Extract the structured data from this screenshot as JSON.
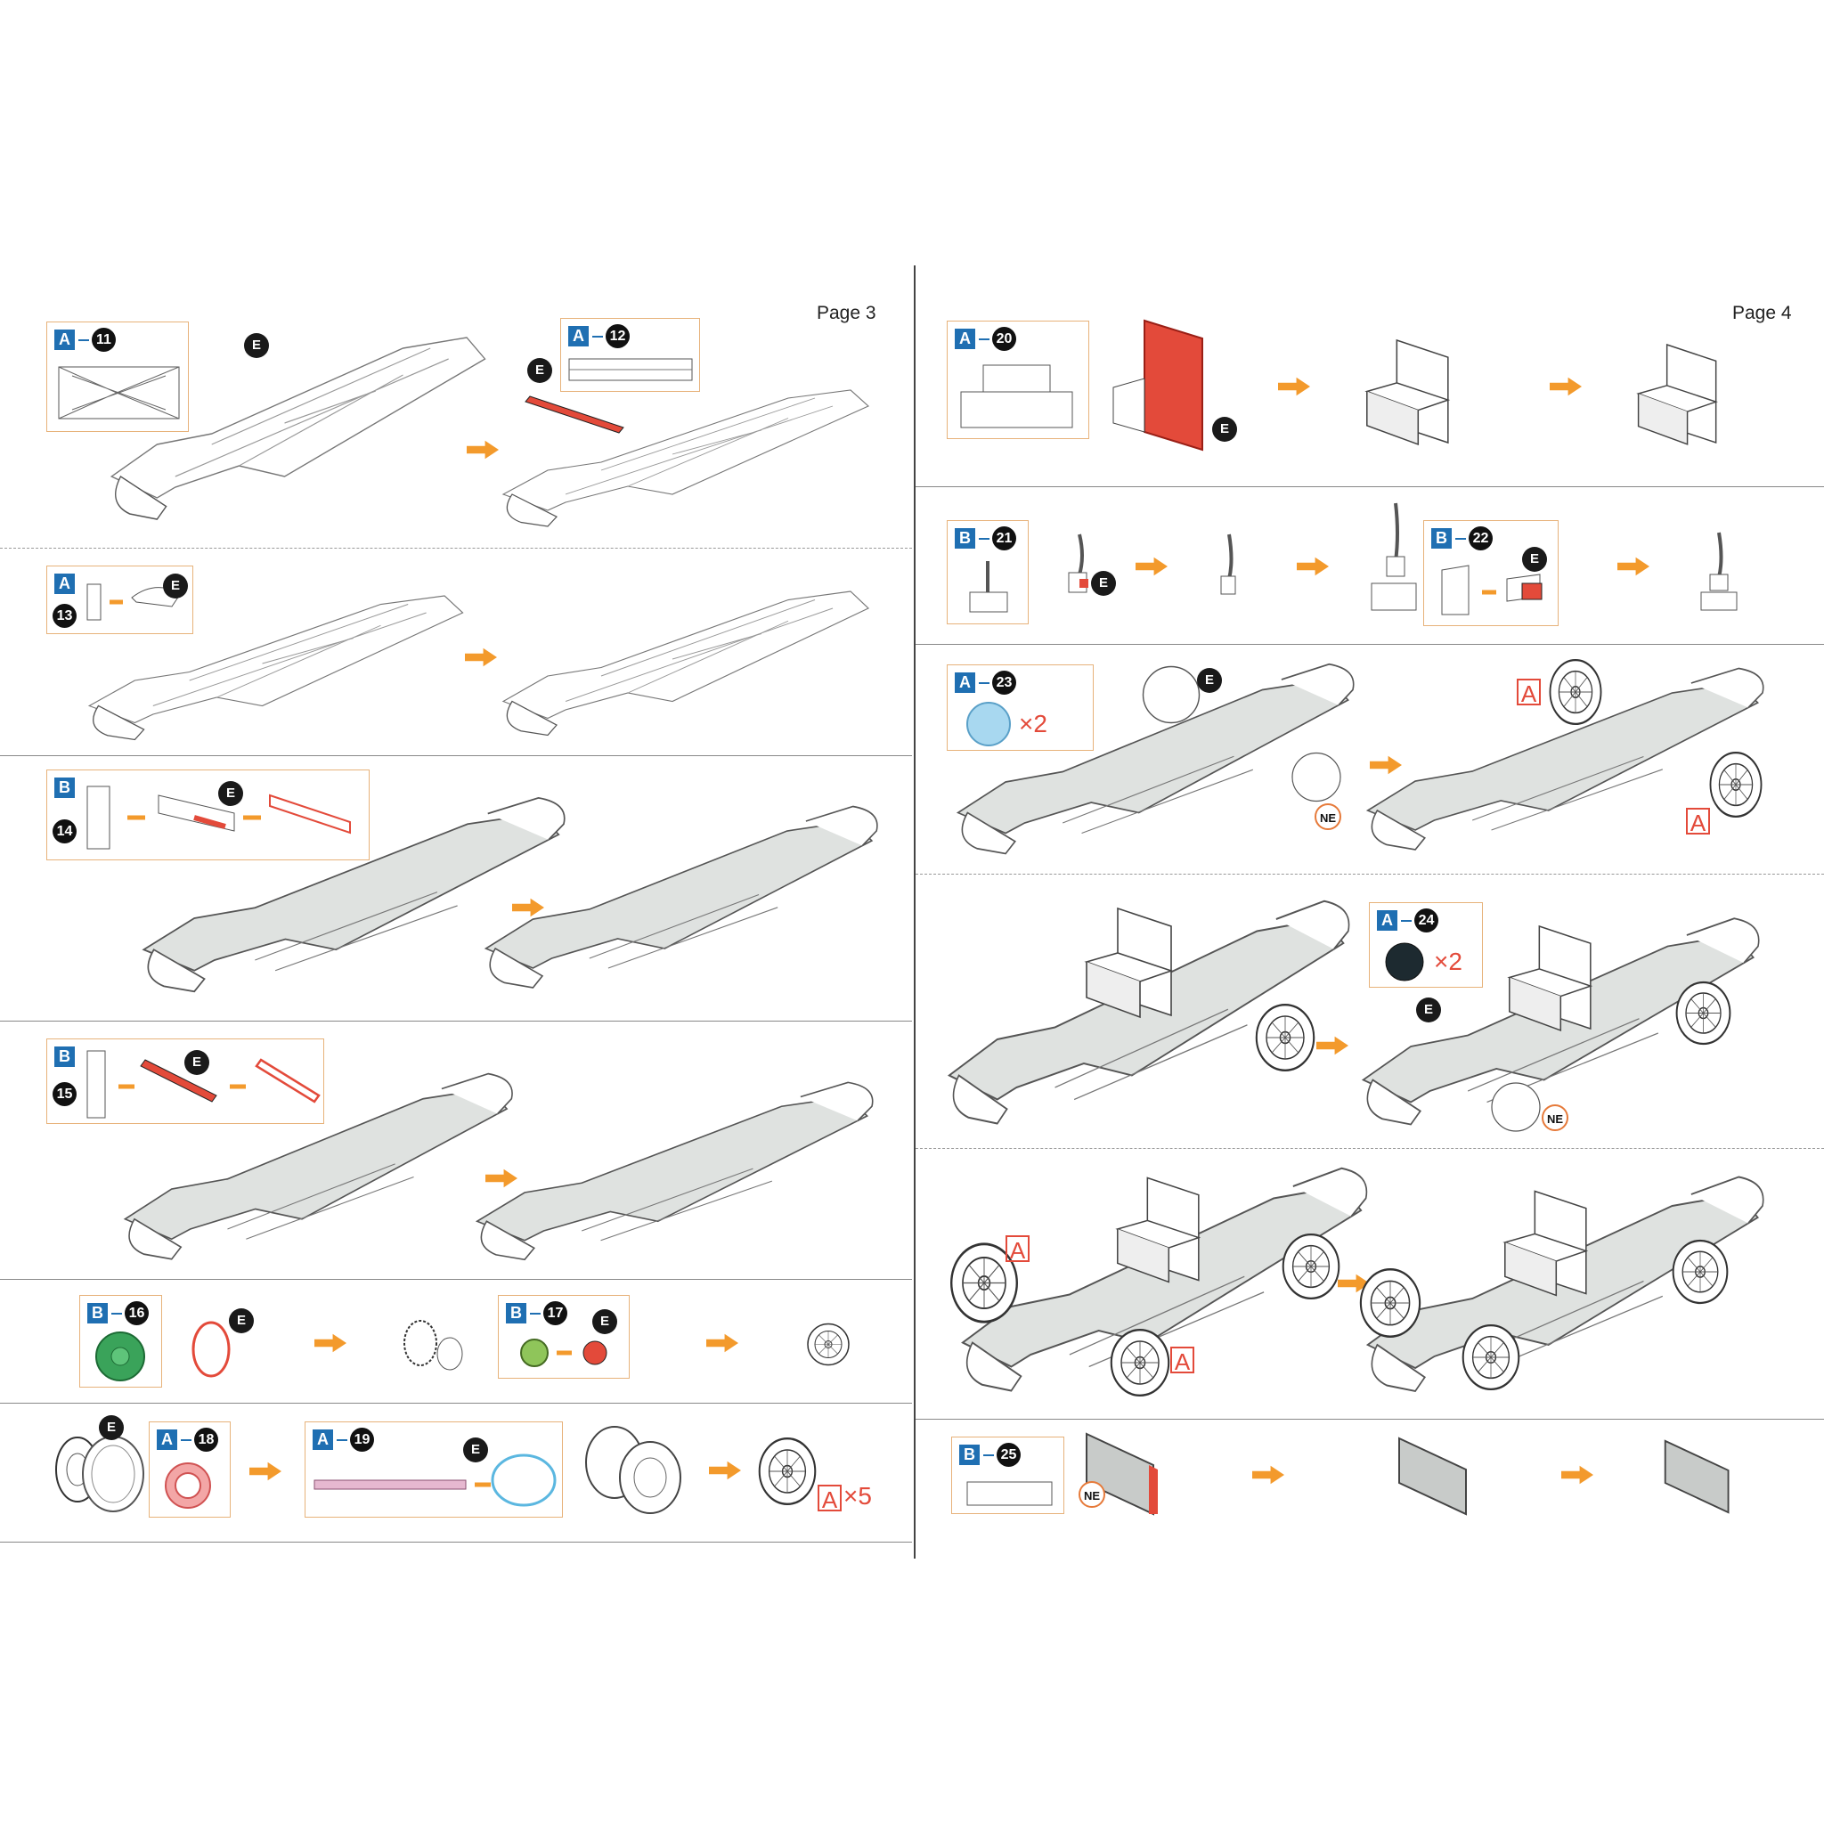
{
  "pages": {
    "left": "Page 3",
    "right": "Page 4"
  },
  "colors": {
    "accent_orange": "#f39a2c",
    "part_red": "#e34a3a",
    "sheet_blue": "#1f6fb2",
    "chassis_gray": "#dfe2e0",
    "glue_dot": "#1f9ad6",
    "tab_green": "#8fc55a"
  },
  "marks": {
    "e": "E",
    "ne": "NE",
    "a": "A"
  },
  "steps": [
    {
      "n": "11",
      "sheet": "A"
    },
    {
      "n": "12",
      "sheet": "A"
    },
    {
      "n": "13",
      "sheet": "A"
    },
    {
      "n": "14",
      "sheet": "B"
    },
    {
      "n": "15",
      "sheet": "B"
    },
    {
      "n": "16",
      "sheet": "B"
    },
    {
      "n": "17",
      "sheet": "B"
    },
    {
      "n": "18",
      "sheet": "A"
    },
    {
      "n": "19",
      "sheet": "A"
    },
    {
      "n": "20",
      "sheet": "A"
    },
    {
      "n": "21",
      "sheet": "B"
    },
    {
      "n": "22",
      "sheet": "B"
    },
    {
      "n": "23",
      "sheet": "A",
      "multiplier": "×2"
    },
    {
      "n": "24",
      "sheet": "A",
      "multiplier": "×2"
    },
    {
      "n": "25",
      "sheet": "B"
    }
  ],
  "wheel_multiplier": "×5",
  "icons": [
    "next-step-arrow-icon",
    "glue-dot-icon",
    "tab-triangle-icon"
  ]
}
